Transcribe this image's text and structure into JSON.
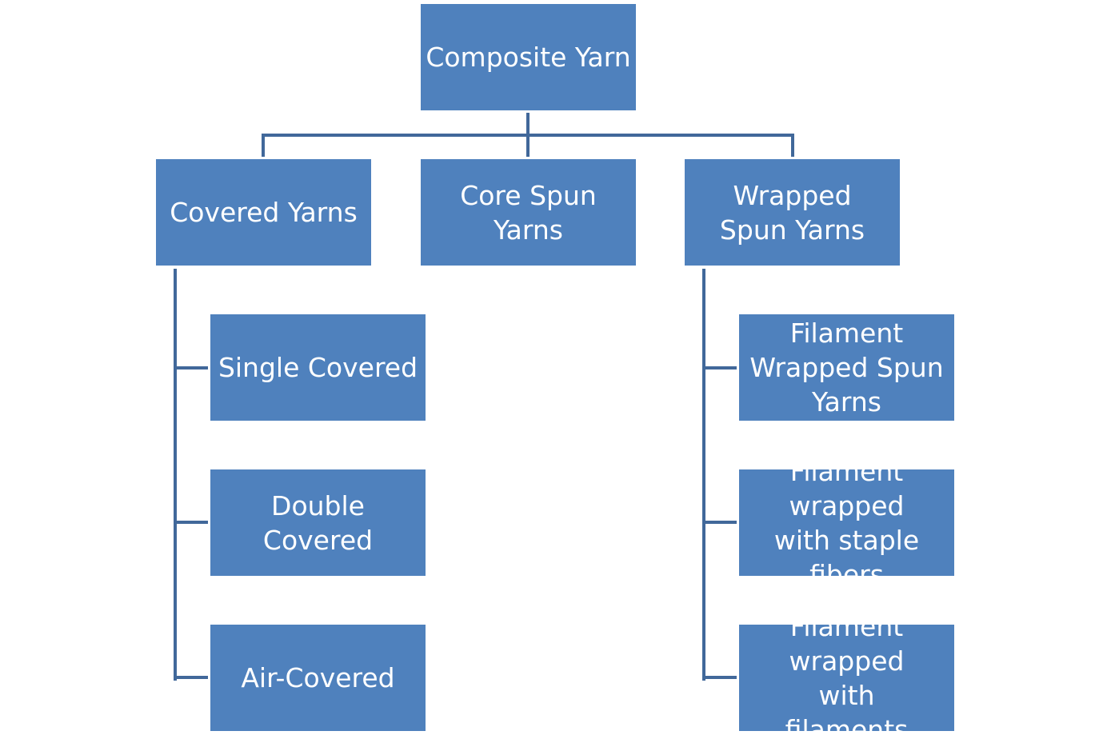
{
  "diagram": {
    "root": {
      "label": "Composite Yarn"
    },
    "categories": [
      {
        "label": "Covered Yarns"
      },
      {
        "label": "Core Spun Yarns"
      },
      {
        "label": "Wrapped Spun Yarns"
      }
    ],
    "covered_children": [
      {
        "label": "Single Covered"
      },
      {
        "label": "Double Covered"
      },
      {
        "label": "Air-Covered"
      }
    ],
    "wrapped_children": [
      {
        "label": "Filament Wrapped Spun Yarns"
      },
      {
        "label": "Filament wrapped with staple fibers"
      },
      {
        "label": "Filament wrapped with filaments"
      }
    ],
    "colors": {
      "box_fill": "#4f81bd",
      "connector": "#41689a",
      "text": "#ffffff"
    }
  }
}
